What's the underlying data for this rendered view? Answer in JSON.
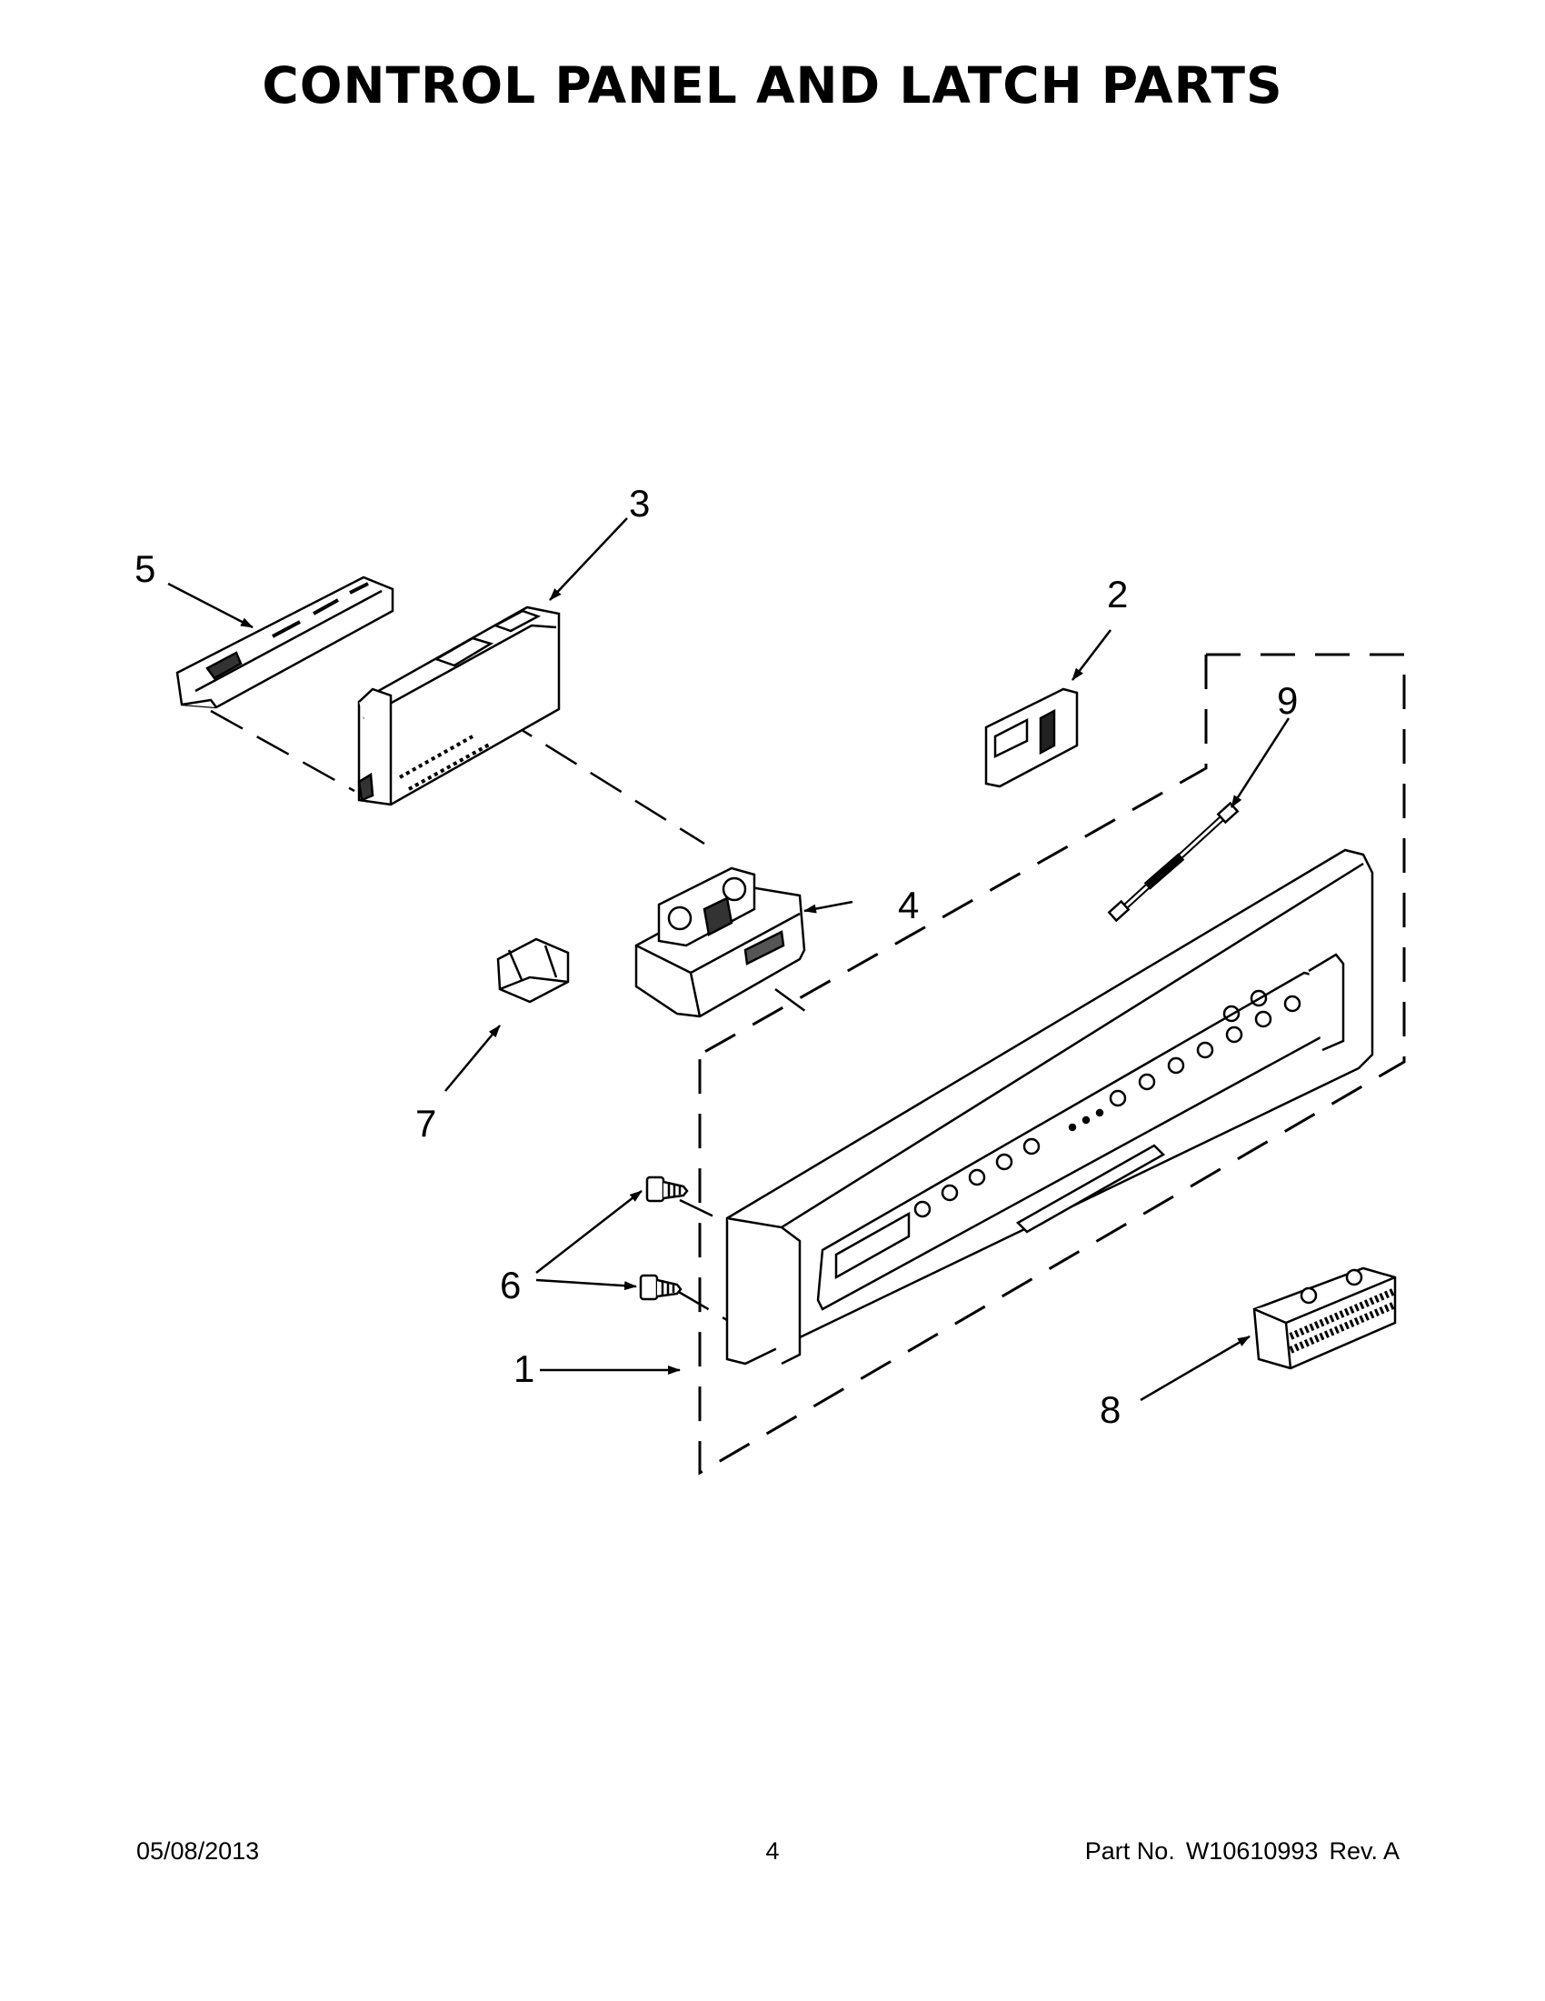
{
  "title": "CONTROL PANEL AND LATCH PARTS",
  "footer": {
    "date": "05/08/2013",
    "page": "4",
    "part_label": "Part No.",
    "part_number": "W10610993",
    "revision": "Rev. A"
  },
  "callouts": [
    "1",
    "2",
    "3",
    "4",
    "5",
    "6",
    "7",
    "8",
    "9"
  ]
}
